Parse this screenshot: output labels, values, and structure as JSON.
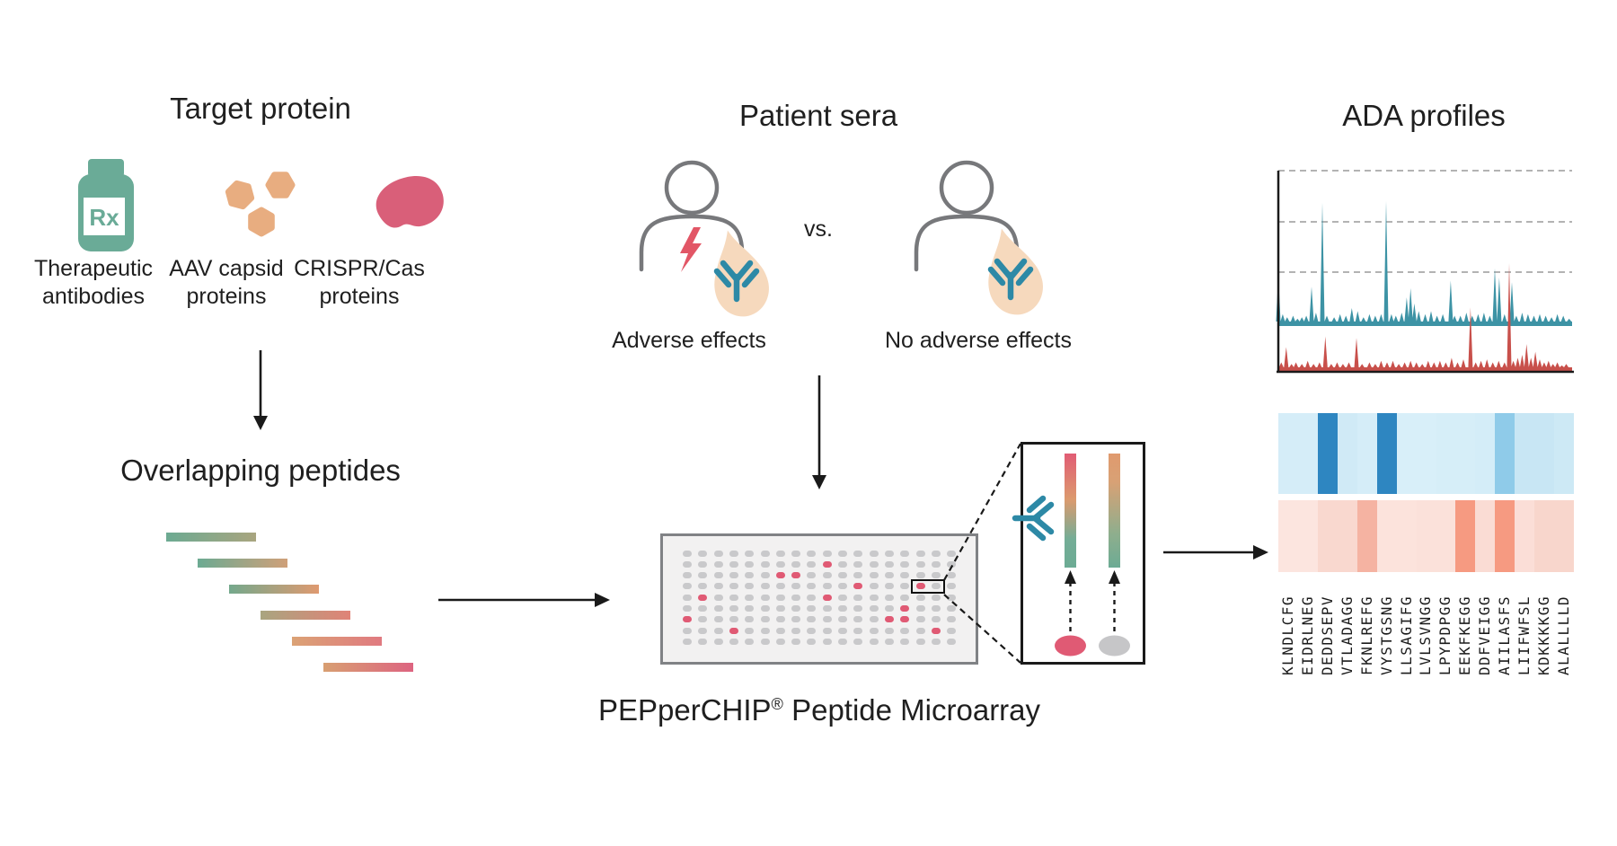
{
  "palette": {
    "ink": "#1f1f1f",
    "outline_gray": "#77787b",
    "chip_border": "#808285",
    "chip_bg": "#f2f1f1",
    "dot_gray": "#c9c9cb",
    "dot_red": "#e05a74",
    "bottle_teal": "#6aab97",
    "capsid_orange": "#e8ad80",
    "crispr_pink": "#d95f79",
    "drop_peach": "#f6d9bd",
    "antibody_teal": "#2d89a6",
    "lightning_red": "#e25666",
    "series_teal": "#3d93a5",
    "series_red": "#c8504b",
    "gridline_gray": "#b3b3b3",
    "oval_gray": "#c6c6c8"
  },
  "target_protein": {
    "title": "Target protein",
    "rx_text": "Rx",
    "items": [
      {
        "icon": "rx-bottle-icon",
        "label": [
          "Therapeutic",
          "antibodies"
        ]
      },
      {
        "icon": "aav-capsid-icon",
        "label": [
          "AAV capsid",
          "proteins"
        ]
      },
      {
        "icon": "crispr-cas-icon",
        "label": [
          "CRISPR/Cas",
          "proteins"
        ]
      }
    ]
  },
  "overlapping_peptides": {
    "title": "Overlapping peptides",
    "bars": [
      {
        "from": "#6caa92",
        "to": "#a9a57f"
      },
      {
        "from": "#6caa92",
        "to": "#cfa079"
      },
      {
        "from": "#74a88c",
        "to": "#df9a70"
      },
      {
        "from": "#a9a57f",
        "to": "#e08377"
      },
      {
        "from": "#dba275",
        "to": "#e07a80"
      },
      {
        "from": "#d89f72",
        "to": "#dd6480"
      }
    ]
  },
  "patient_sera": {
    "title": "Patient sera",
    "versus": "vs.",
    "left_label": "Adverse effects",
    "right_label": "No adverse effects"
  },
  "microarray": {
    "title_product": "PEPperCHIP",
    "title_reg": "®",
    "title_rest": " Peptide Microarray",
    "grid": [
      "..................",
      ".........R........",
      "......RR..........",
      "...........R...B..",
      ".R.......R........",
      "..............R...",
      "R............RR...",
      "...R............R.",
      ".................."
    ]
  },
  "ada_profiles": {
    "title": "ADA profiles"
  },
  "inset": {
    "strips": [
      {
        "stops": [
          "#e15c74",
          "#dc9a6e",
          "#74ad96",
          "#6cab94"
        ]
      },
      {
        "stops": [
          "#e09a6e",
          "#d8a175",
          "#8fae8d",
          "#6cab94"
        ]
      }
    ]
  },
  "chart_data": [
    {
      "type": "line",
      "title": "ADA profiles",
      "xlabel": "",
      "ylabel": "",
      "gridlines": 3,
      "legend": "none",
      "x_range": [
        0,
        1
      ],
      "series": [
        {
          "name": "profile-1-teal",
          "color": "#3d93a5",
          "points": [
            [
              0.0,
              0.32
            ],
            [
              0.015,
              0.06
            ],
            [
              0.03,
              0.04
            ],
            [
              0.05,
              0.05
            ],
            [
              0.065,
              0.03
            ],
            [
              0.08,
              0.04
            ],
            [
              0.095,
              0.05
            ],
            [
              0.113,
              0.24
            ],
            [
              0.128,
              0.07
            ],
            [
              0.15,
              0.79
            ],
            [
              0.165,
              0.05
            ],
            [
              0.19,
              0.04
            ],
            [
              0.21,
              0.06
            ],
            [
              0.23,
              0.05
            ],
            [
              0.25,
              0.1
            ],
            [
              0.27,
              0.08
            ],
            [
              0.29,
              0.04
            ],
            [
              0.31,
              0.06
            ],
            [
              0.33,
              0.05
            ],
            [
              0.35,
              0.06
            ],
            [
              0.367,
              0.8
            ],
            [
              0.385,
              0.06
            ],
            [
              0.4,
              0.05
            ],
            [
              0.42,
              0.07
            ],
            [
              0.437,
              0.17
            ],
            [
              0.45,
              0.23
            ],
            [
              0.463,
              0.13
            ],
            [
              0.478,
              0.08
            ],
            [
              0.5,
              0.06
            ],
            [
              0.52,
              0.08
            ],
            [
              0.54,
              0.05
            ],
            [
              0.56,
              0.06
            ],
            [
              0.587,
              0.28
            ],
            [
              0.6,
              0.05
            ],
            [
              0.62,
              0.05
            ],
            [
              0.64,
              0.07
            ],
            [
              0.66,
              0.05
            ],
            [
              0.68,
              0.06
            ],
            [
              0.7,
              0.07
            ],
            [
              0.72,
              0.05
            ],
            [
              0.737,
              0.36
            ],
            [
              0.752,
              0.3
            ],
            [
              0.77,
              0.06
            ],
            [
              0.795,
              0.27
            ],
            [
              0.81,
              0.05
            ],
            [
              0.83,
              0.07
            ],
            [
              0.85,
              0.06
            ],
            [
              0.87,
              0.05
            ],
            [
              0.89,
              0.06
            ],
            [
              0.91,
              0.05
            ],
            [
              0.93,
              0.04
            ],
            [
              0.95,
              0.06
            ],
            [
              0.97,
              0.05
            ],
            [
              0.99,
              0.03
            ]
          ]
        },
        {
          "name": "profile-2-red",
          "color": "#c8504b",
          "points": [
            [
              0.01,
              0.05
            ],
            [
              0.027,
              0.15
            ],
            [
              0.045,
              0.04
            ],
            [
              0.06,
              0.05
            ],
            [
              0.08,
              0.04
            ],
            [
              0.1,
              0.06
            ],
            [
              0.12,
              0.04
            ],
            [
              0.14,
              0.05
            ],
            [
              0.16,
              0.22
            ],
            [
              0.18,
              0.04
            ],
            [
              0.2,
              0.05
            ],
            [
              0.22,
              0.04
            ],
            [
              0.24,
              0.05
            ],
            [
              0.266,
              0.21
            ],
            [
              0.285,
              0.04
            ],
            [
              0.31,
              0.05
            ],
            [
              0.33,
              0.04
            ],
            [
              0.35,
              0.06
            ],
            [
              0.37,
              0.05
            ],
            [
              0.39,
              0.06
            ],
            [
              0.41,
              0.04
            ],
            [
              0.43,
              0.05
            ],
            [
              0.45,
              0.06
            ],
            [
              0.47,
              0.05
            ],
            [
              0.49,
              0.04
            ],
            [
              0.51,
              0.06
            ],
            [
              0.53,
              0.05
            ],
            [
              0.55,
              0.06
            ],
            [
              0.57,
              0.05
            ],
            [
              0.59,
              0.08
            ],
            [
              0.61,
              0.05
            ],
            [
              0.63,
              0.07
            ],
            [
              0.654,
              0.41
            ],
            [
              0.672,
              0.05
            ],
            [
              0.69,
              0.06
            ],
            [
              0.71,
              0.07
            ],
            [
              0.73,
              0.05
            ],
            [
              0.75,
              0.06
            ],
            [
              0.77,
              0.05
            ],
            [
              0.786,
              0.7
            ],
            [
              0.8,
              0.06
            ],
            [
              0.815,
              0.08
            ],
            [
              0.83,
              0.1
            ],
            [
              0.845,
              0.17
            ],
            [
              0.86,
              0.08
            ],
            [
              0.875,
              0.12
            ],
            [
              0.89,
              0.07
            ],
            [
              0.905,
              0.05
            ],
            [
              0.92,
              0.06
            ],
            [
              0.935,
              0.04
            ],
            [
              0.95,
              0.05
            ],
            [
              0.965,
              0.03
            ],
            [
              0.98,
              0.04
            ]
          ]
        }
      ]
    },
    {
      "type": "heatmap",
      "columns": [
        "KLNDLCFG",
        "EIDRLNEG",
        "DEDDSEPV",
        "VTLADAGG",
        "FKNLREFG",
        "VYSTGSNG",
        "LLSAGIFG",
        "LVLSVNGG",
        "LPYPDPGG",
        "EEKFKEGG",
        "DDFVEIGG",
        "AIILASFS",
        "LIIFWFSL",
        "KDKKKKGG",
        "ALALLLLD"
      ],
      "rows": [
        {
          "name": "serum-blue",
          "cells": [
            "#d5edf8",
            "#d5edf8",
            "#2e86c1",
            "#d0eaf6",
            "#d5edf8",
            "#2e86c1",
            "#d8eff9",
            "#d8eff9",
            "#d6eef8",
            "#d6eef8",
            "#d4edf8",
            "#8fcbe9",
            "#c8e6f4",
            "#c8e6f4",
            "#cde9f5"
          ]
        },
        {
          "name": "serum-red",
          "cells": [
            "#fce5df",
            "#fce5df",
            "#f9d8cf",
            "#f9d8cf",
            "#f5b3a2",
            "#fce3dc",
            "#fce3dc",
            "#fbe1da",
            "#fbe1da",
            "#f69a81",
            "#fadcd4",
            "#f69a81",
            "#fbded7",
            "#f8d6cc",
            "#f8d6cc"
          ]
        }
      ]
    }
  ]
}
